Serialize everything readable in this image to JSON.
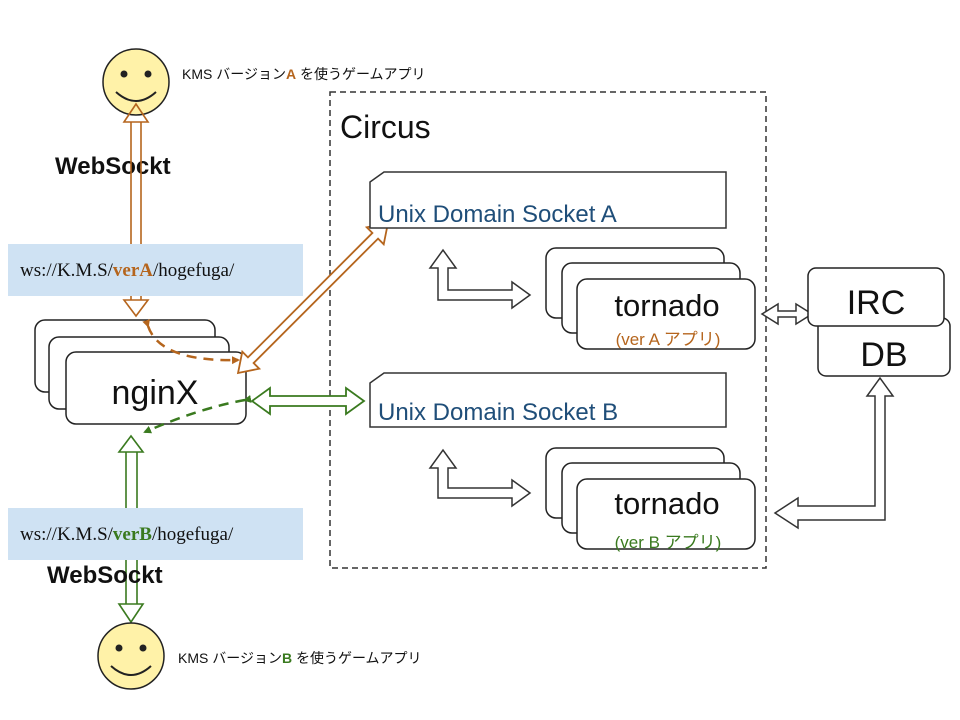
{
  "colors": {
    "ver_a": "#b5651d",
    "ver_b": "#3a7a1f",
    "socket_text": "#1f4e79",
    "url_bg": "#cfe2f3",
    "face": "#fff2a8"
  },
  "client_a": {
    "icon": "smiley-face-icon",
    "caption_prefix": "KMS バージョン",
    "caption_version": "A",
    "caption_suffix": " を使うゲームアプリ",
    "protocol": "WebSockt",
    "url_prefix": "ws://K.M.S/",
    "url_version": "verA",
    "url_suffix": "/hogefuga/"
  },
  "client_b": {
    "icon": "smiley-face-icon",
    "caption_prefix": "KMS バージョン",
    "caption_version": "B",
    "caption_suffix": " を使うゲームアプリ",
    "protocol": "WebSockt",
    "url_prefix": "ws://K.M.S/",
    "url_version": "verB",
    "url_suffix": "/hogefuga/"
  },
  "nginx": {
    "label": "nginX"
  },
  "circus": {
    "label": "Circus",
    "socket_a": "Unix Domain Socket A",
    "socket_b": "Unix Domain Socket B",
    "tornado_a": {
      "label": "tornado",
      "sublabel": "(ver A アプリ)"
    },
    "tornado_b": {
      "label": "tornado",
      "sublabel": "(ver B アプリ)"
    }
  },
  "irc": {
    "label": "IRC"
  },
  "db": {
    "label": "DB"
  }
}
